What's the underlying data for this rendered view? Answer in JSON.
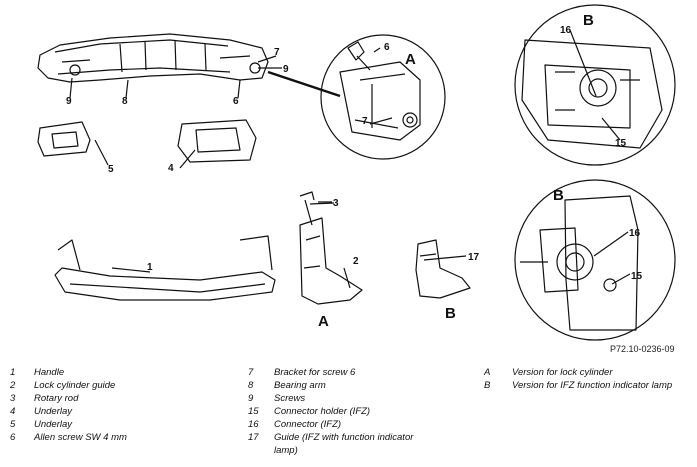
{
  "figure": {
    "reference": "P72.10-0236-09",
    "callouts": [
      "1",
      "2",
      "3",
      "4",
      "5",
      "6",
      "7",
      "8",
      "9",
      "15",
      "16",
      "17"
    ],
    "view_letters": [
      "A",
      "B"
    ]
  },
  "legend": {
    "col1": [
      {
        "num": "1",
        "text": "Handle"
      },
      {
        "num": "2",
        "text": "Lock cylinder guide"
      },
      {
        "num": "3",
        "text": "Rotary rod"
      },
      {
        "num": "4",
        "text": "Underlay"
      },
      {
        "num": "5",
        "text": "Underlay"
      },
      {
        "num": "6",
        "text": "Allen screw SW 4 mm"
      }
    ],
    "col2": [
      {
        "num": "7",
        "text": "Bracket for screw 6"
      },
      {
        "num": "8",
        "text": "Bearing arm"
      },
      {
        "num": "9",
        "text": "Screws"
      },
      {
        "num": "15",
        "text": "Connector holder (IFZ)"
      },
      {
        "num": "16",
        "text": "Connector (IFZ)"
      },
      {
        "num": "17",
        "text": "Guide (IFZ with function indicator lamp)"
      }
    ],
    "col3": [
      {
        "num": "A",
        "text": "Version for lock cylinder"
      },
      {
        "num": "B",
        "text": "Version for IFZ function indicator lamp"
      }
    ]
  }
}
